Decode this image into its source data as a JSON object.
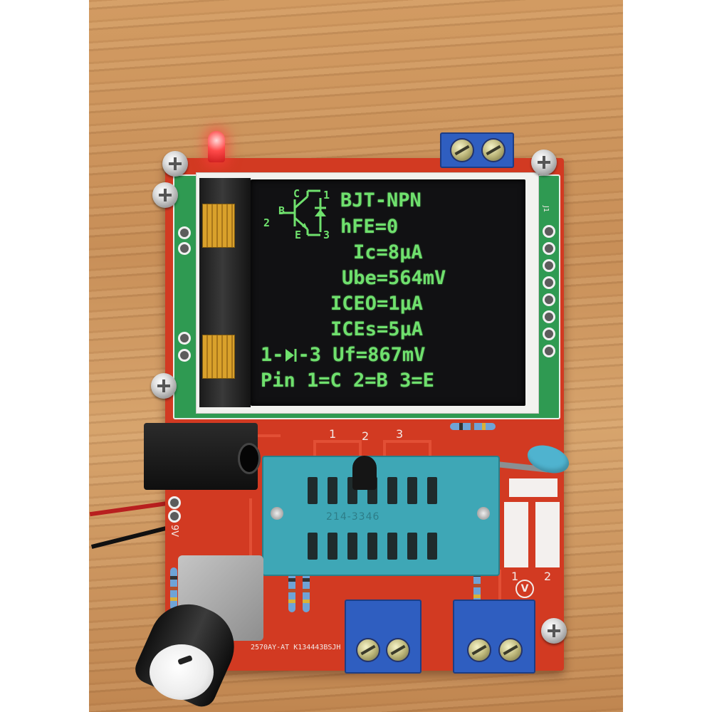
{
  "screen": {
    "title": "BJT-NPN",
    "pin_c_label": "C",
    "pin_b_label": "B",
    "pin_e_label": "E",
    "pin_1_label": "1",
    "pin_2_label": "2",
    "pin_3_label": "3",
    "hfe": "hFE=0",
    "ic": "Ic=8µA",
    "ube": "Ube=564mV",
    "iceo": "ICEO=1µA",
    "ices": "ICEs=5µA",
    "diode_from": "1-",
    "diode_to": "-3",
    "diode_uf": "Uf=867mV",
    "pinout": "Pin 1=C 2=B 3=E"
  },
  "board": {
    "silk_socket_1": "1",
    "silk_socket_2": "2",
    "silk_socket_3": "3",
    "silk_socket_code": "214-3346",
    "silk_9v": "9V",
    "silk_j1": "J1",
    "silk_bottom": "2570AY-AT K134443BSJH",
    "silk_pad_1": "1",
    "silk_pad_2": "2",
    "silk_volt_symbol": "V"
  },
  "colors": {
    "lcd_text": "#6fe06d",
    "lcd_background": "#111113",
    "pcb_red": "#d23a22",
    "terminal_blue": "#2f5ec0",
    "zif_cyan": "#3ea7b6"
  }
}
